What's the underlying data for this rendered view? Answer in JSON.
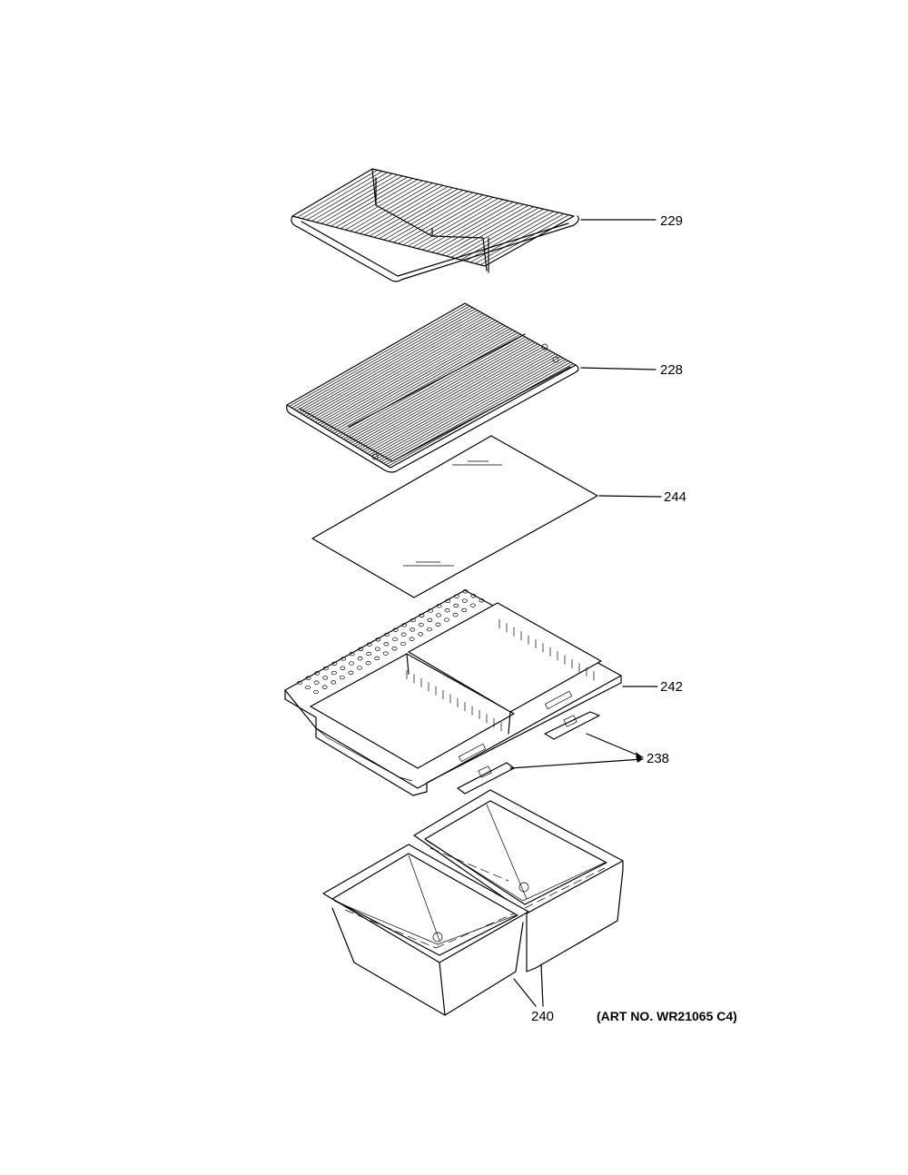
{
  "callouts": {
    "c229": "229",
    "c228": "228",
    "c244": "244",
    "c242": "242",
    "c238": "238",
    "c240": "240"
  },
  "art_number": "(ART NO. WR21065 C4)"
}
